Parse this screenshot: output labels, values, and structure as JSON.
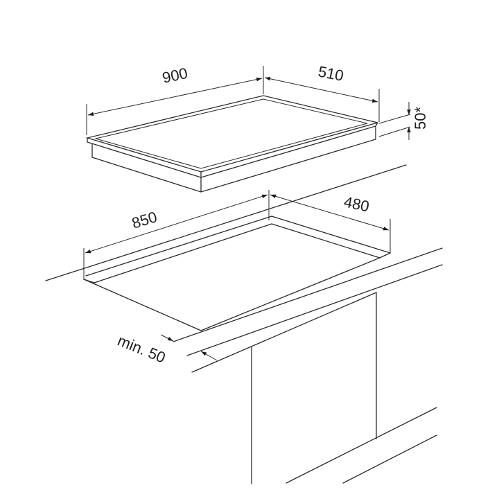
{
  "diagram": {
    "hob": {
      "width_label": "900",
      "depth_label": "510",
      "height_label": "50*"
    },
    "cutout": {
      "width_label": "850",
      "depth_label": "480",
      "front_clearance_label": "min. 50"
    },
    "colors": {
      "line": "#2a2a2a",
      "background": "#ffffff"
    }
  }
}
